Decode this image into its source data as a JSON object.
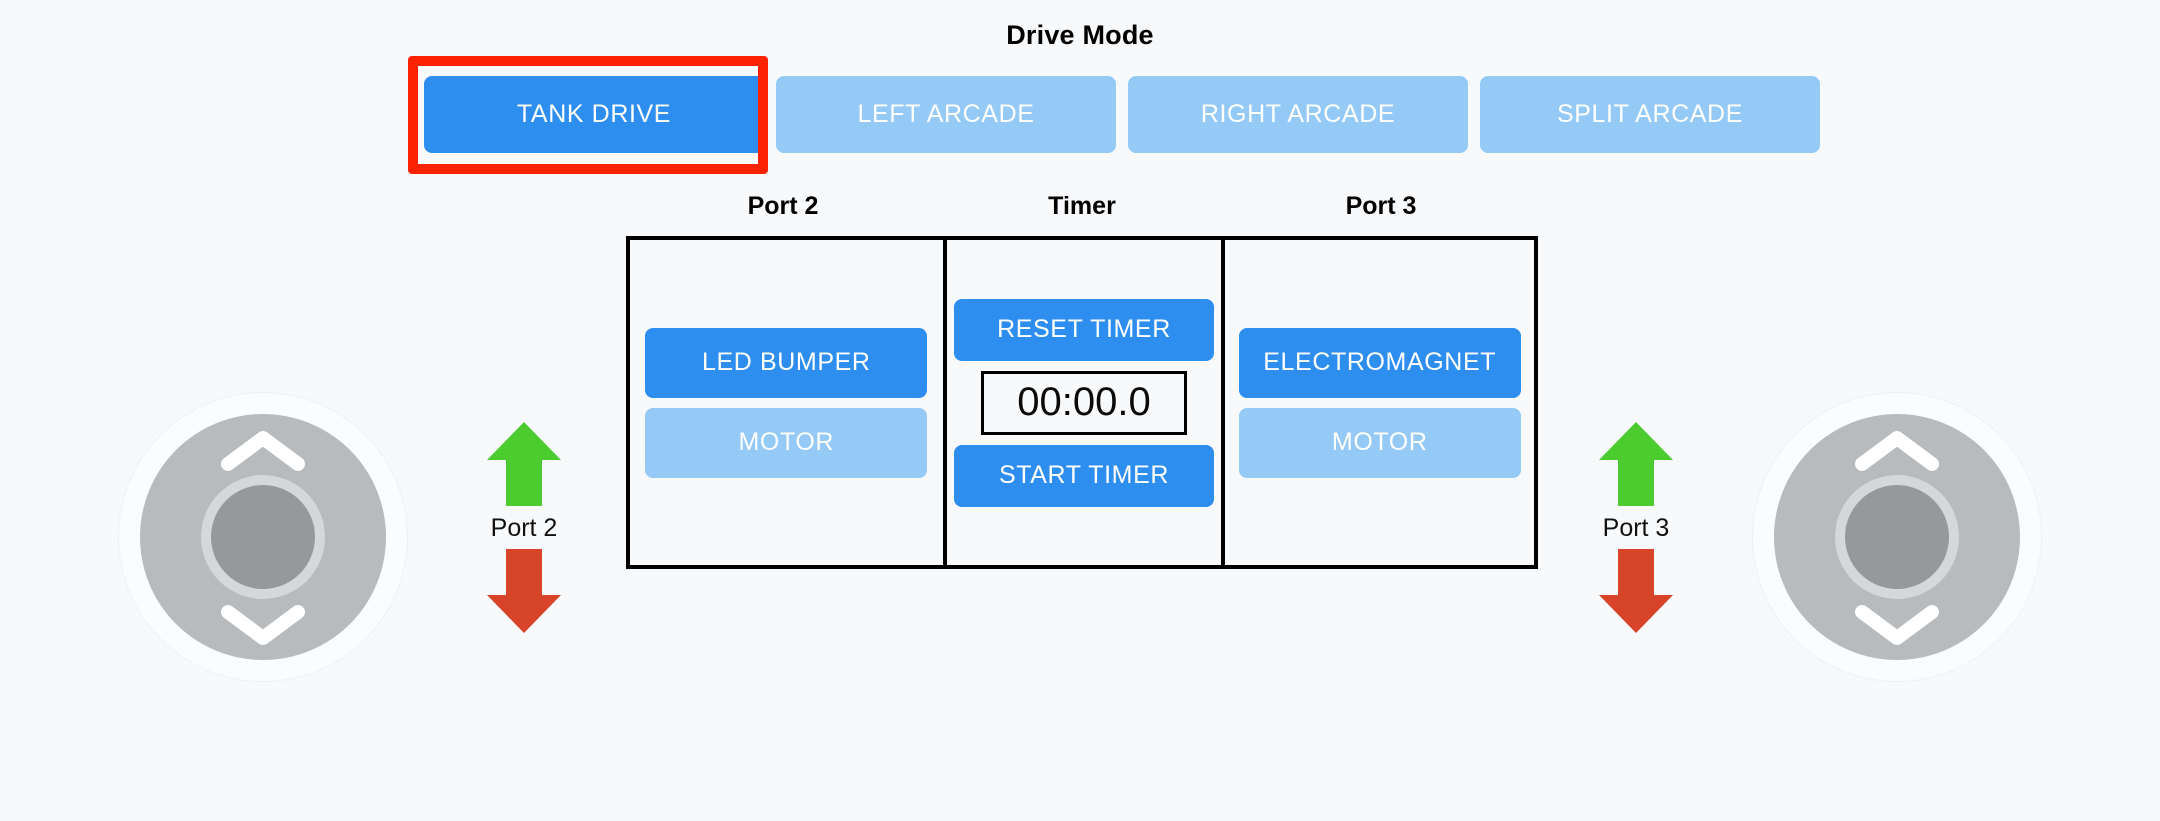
{
  "app": {
    "background_color": "#f7f9fb"
  },
  "drive_mode": {
    "title": "Drive Mode",
    "selected": "TANK DRIVE",
    "highlight_color": "#fc2304",
    "active_color": "#2e8ef0",
    "inactive_color": "#95caf7",
    "options": [
      {
        "label": "TANK DRIVE",
        "active": true
      },
      {
        "label": "LEFT ARCADE",
        "active": false
      },
      {
        "label": "RIGHT ARCADE",
        "active": false
      },
      {
        "label": "SPLIT ARCADE",
        "active": false
      }
    ]
  },
  "panel": {
    "port2": {
      "header": "Port 2",
      "buttons": [
        {
          "label": "LED BUMPER",
          "style": "primary"
        },
        {
          "label": "MOTOR",
          "style": "secondary"
        }
      ]
    },
    "timer": {
      "header": "Timer",
      "reset_label": "RESET TIMER",
      "value": "00:00.0",
      "start_label": "START TIMER"
    },
    "port3": {
      "header": "Port 3",
      "buttons": [
        {
          "label": "ELECTROMAGNET",
          "style": "primary"
        },
        {
          "label": "MOTOR",
          "style": "secondary"
        }
      ]
    }
  },
  "arrows": {
    "up_color": "#4ccc2e",
    "down_color": "#d8442a",
    "left": {
      "label": "Port 2"
    },
    "right": {
      "label": "Port 3"
    }
  },
  "joysticks": {
    "left": {
      "name": "left-joystick"
    },
    "right": {
      "name": "right-joystick"
    }
  }
}
